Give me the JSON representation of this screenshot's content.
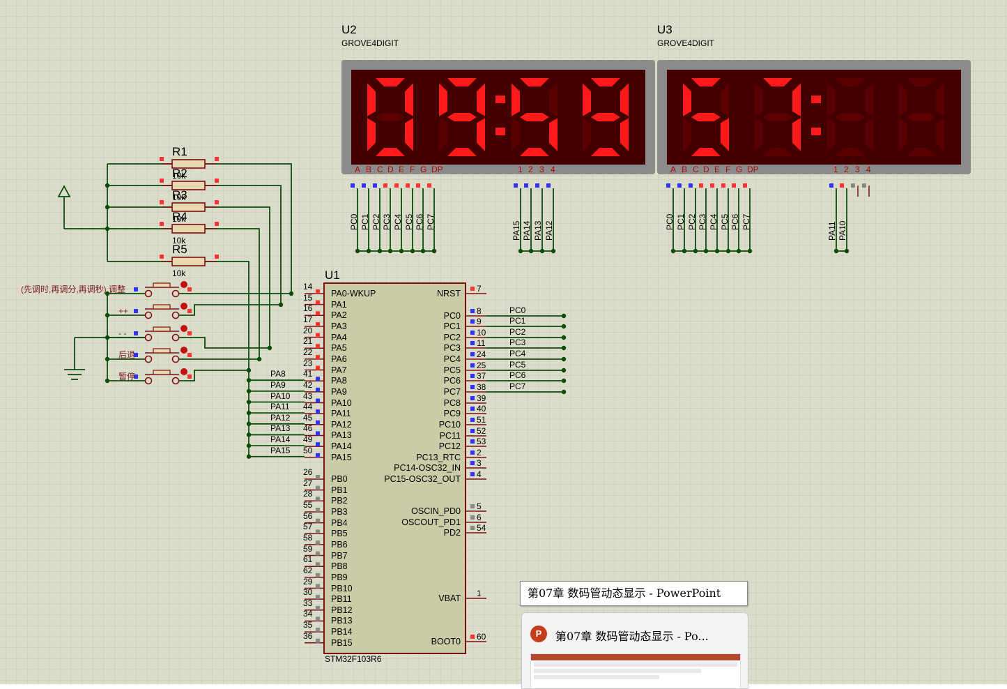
{
  "schematic": {
    "u2": {
      "refdes": "U2",
      "model": "GROVE4DIGIT",
      "digits": [
        "0",
        "9",
        "5",
        "9"
      ],
      "colon": true,
      "seg_labels": [
        "A",
        "B",
        "C",
        "D",
        "E",
        "F",
        "G",
        "DP"
      ],
      "digit_pins": [
        "1",
        "2",
        "3",
        "4"
      ],
      "seg_nets": [
        "PC0",
        "PC1",
        "PC2",
        "PC3",
        "PC4",
        "PC5",
        "PC6",
        "PC7"
      ],
      "digit_nets": [
        "PA15",
        "PA14",
        "PA13",
        "PA12"
      ]
    },
    "u3": {
      "refdes": "U3",
      "model": "GROVE4DIGIT",
      "digits": [
        "5",
        "7",
        "",
        ""
      ],
      "colon": true,
      "seg_labels": [
        "A",
        "B",
        "C",
        "D",
        "E",
        "F",
        "G",
        "DP"
      ],
      "digit_pins": [
        "1",
        "2",
        "3",
        "4"
      ],
      "seg_nets": [
        "PC0",
        "PC1",
        "PC2",
        "PC3",
        "PC4",
        "PC5",
        "PC6",
        "PC7"
      ],
      "digit_nets": [
        "PA11",
        "PA10"
      ]
    },
    "u1": {
      "refdes": "U1",
      "model": "STM32F103R6",
      "left_pins": [
        {
          "num": "14",
          "name": "PA0-WKUP",
          "net": ""
        },
        {
          "num": "15",
          "name": "PA1",
          "net": ""
        },
        {
          "num": "16",
          "name": "PA2",
          "net": ""
        },
        {
          "num": "17",
          "name": "PA3",
          "net": ""
        },
        {
          "num": "20",
          "name": "PA4",
          "net": ""
        },
        {
          "num": "21",
          "name": "PA5",
          "net": ""
        },
        {
          "num": "22",
          "name": "PA6",
          "net": ""
        },
        {
          "num": "23",
          "name": "PA7",
          "net": ""
        },
        {
          "num": "41",
          "name": "PA8",
          "net": "PA8"
        },
        {
          "num": "42",
          "name": "PA9",
          "net": "PA9"
        },
        {
          "num": "43",
          "name": "PA10",
          "net": "PA10"
        },
        {
          "num": "44",
          "name": "PA11",
          "net": "PA11"
        },
        {
          "num": "45",
          "name": "PA12",
          "net": "PA12"
        },
        {
          "num": "46",
          "name": "PA13",
          "net": "PA13"
        },
        {
          "num": "49",
          "name": "PA14",
          "net": "PA14"
        },
        {
          "num": "50",
          "name": "PA15",
          "net": "PA15"
        },
        {
          "num": "26",
          "name": "PB0",
          "net": ""
        },
        {
          "num": "27",
          "name": "PB1",
          "net": ""
        },
        {
          "num": "28",
          "name": "PB2",
          "net": ""
        },
        {
          "num": "55",
          "name": "PB3",
          "net": ""
        },
        {
          "num": "56",
          "name": "PB4",
          "net": ""
        },
        {
          "num": "57",
          "name": "PB5",
          "net": ""
        },
        {
          "num": "58",
          "name": "PB6",
          "net": ""
        },
        {
          "num": "59",
          "name": "PB7",
          "net": ""
        },
        {
          "num": "61",
          "name": "PB8",
          "net": ""
        },
        {
          "num": "62",
          "name": "PB9",
          "net": ""
        },
        {
          "num": "29",
          "name": "PB10",
          "net": ""
        },
        {
          "num": "30",
          "name": "PB11",
          "net": ""
        },
        {
          "num": "33",
          "name": "PB12",
          "net": ""
        },
        {
          "num": "34",
          "name": "PB13",
          "net": ""
        },
        {
          "num": "35",
          "name": "PB14",
          "net": ""
        },
        {
          "num": "36",
          "name": "PB15",
          "net": ""
        }
      ],
      "right_pins": [
        {
          "num": "7",
          "name": "NRST",
          "net": ""
        },
        {
          "num": "8",
          "name": "PC0",
          "net": "PC0"
        },
        {
          "num": "9",
          "name": "PC1",
          "net": "PC1"
        },
        {
          "num": "10",
          "name": "PC2",
          "net": "PC2"
        },
        {
          "num": "11",
          "name": "PC3",
          "net": "PC3"
        },
        {
          "num": "24",
          "name": "PC4",
          "net": "PC4"
        },
        {
          "num": "25",
          "name": "PC5",
          "net": "PC5"
        },
        {
          "num": "37",
          "name": "PC6",
          "net": "PC6"
        },
        {
          "num": "38",
          "name": "PC7",
          "net": "PC7"
        },
        {
          "num": "39",
          "name": "PC8",
          "net": ""
        },
        {
          "num": "40",
          "name": "PC9",
          "net": ""
        },
        {
          "num": "51",
          "name": "PC10",
          "net": ""
        },
        {
          "num": "52",
          "name": "PC11",
          "net": ""
        },
        {
          "num": "53",
          "name": "PC12",
          "net": ""
        },
        {
          "num": "2",
          "name": "PC13_RTC",
          "net": ""
        },
        {
          "num": "3",
          "name": "PC14-OSC32_IN",
          "net": ""
        },
        {
          "num": "4",
          "name": "PC15-OSC32_OUT",
          "net": ""
        },
        {
          "num": "5",
          "name": "OSCIN_PD0",
          "net": ""
        },
        {
          "num": "6",
          "name": "OSCOUT_PD1",
          "net": ""
        },
        {
          "num": "54",
          "name": "PD2",
          "net": ""
        },
        {
          "num": "1",
          "name": "VBAT",
          "net": ""
        },
        {
          "num": "60",
          "name": "BOOT0",
          "net": ""
        }
      ]
    },
    "resistors": [
      {
        "refdes": "R1",
        "value": "10k"
      },
      {
        "refdes": "R2",
        "value": "10k"
      },
      {
        "refdes": "R3",
        "value": "10k"
      },
      {
        "refdes": "R4",
        "value": "10k"
      },
      {
        "refdes": "R5",
        "value": "10k"
      }
    ],
    "buttons": [
      {
        "label": "(先调时,再调分,再调秒) 调整"
      },
      {
        "label": "++"
      },
      {
        "label": "- -"
      },
      {
        "label": "后退"
      },
      {
        "label": "暂停"
      }
    ]
  },
  "taskbar_preview": {
    "tooltip": "第07章 数码管动态显示 - PowerPoint",
    "thumb_title": "第07章 数码管动态显示 - Po...",
    "app_icon": "powerpoint-icon"
  },
  "colors": {
    "background": "#dcdccb",
    "grid": "#c7c7b4",
    "wire": "#0a4d0a",
    "chip_fill": "#cccba7",
    "chip_border": "#7a1010",
    "seg_on": "#ff1a1a",
    "seg_off": "#5a0000",
    "display_bg": "#420000",
    "display_frame": "#8c8c8c"
  }
}
